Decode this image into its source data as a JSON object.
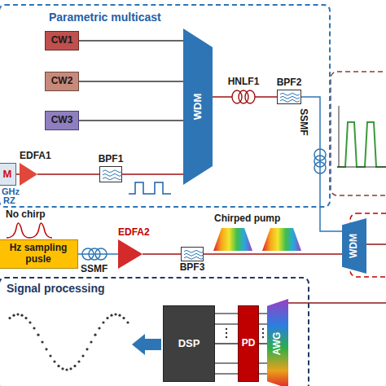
{
  "diagram": {
    "nodes": [
      {
        "text": [
          "Parametric multicast"
        ]
      },
      {
        "text": [
          "CW1"
        ],
        "in": 0
      },
      {
        "text": [
          "CW2"
        ],
        "in": 0
      },
      {
        "text": [
          "CW3"
        ],
        "in": 0
      },
      {
        "text": [
          "WDM"
        ],
        "in": 0
      },
      {
        "text": [
          "HNLF1"
        ],
        "in": 0
      },
      {
        "text": [
          "BPF2"
        ],
        "in": 0
      },
      {
        "text": [
          "M"
        ],
        "in": 0
      },
      {
        "text": [
          "EDFA1"
        ],
        "in": 0
      },
      {
        "text": [
          "BPF1"
        ],
        "in": 0
      },
      {
        "text": [
          "Hz sampling pusle"
        ]
      },
      {
        "text": [
          "EDFA2"
        ]
      },
      {
        "text": [
          "BPF3"
        ]
      },
      {
        "text": [
          "WDM"
        ]
      },
      {
        "text": [
          "Signal processing"
        ]
      },
      {
        "text": [
          "DSP"
        ],
        "in": 14
      },
      {
        "text": [
          "PD"
        ],
        "in": 14
      },
      {
        "text": [
          "AWG"
        ],
        "in": 14
      }
    ],
    "edges": [
      {
        "from": 1,
        "to": 4,
        "arrow": "none"
      },
      {
        "from": 2,
        "to": 4,
        "arrow": "none"
      },
      {
        "from": 3,
        "to": 4,
        "arrow": "none"
      },
      {
        "from": 7,
        "to": 8,
        "arrow": "none"
      },
      {
        "from": 8,
        "to": 9,
        "arrow": "none"
      },
      {
        "from": 9,
        "to": 4,
        "arrow": "none"
      },
      {
        "from": 4,
        "to": 5,
        "arrow": "none"
      },
      {
        "from": 5,
        "to": 6,
        "arrow": "none"
      },
      {
        "from": 6,
        "to": 13,
        "arrow": "none"
      },
      {
        "from": 10,
        "to": 11,
        "arrow": "none"
      },
      {
        "from": 11,
        "to": 12,
        "arrow": "none"
      },
      {
        "from": 12,
        "to": 13,
        "arrow": "none"
      },
      {
        "from": 17,
        "to": 16,
        "arrow": "none"
      },
      {
        "from": 16,
        "to": 15,
        "arrow": "none"
      }
    ],
    "labels": [
      "SSMF",
      "GHz",
      "RZ",
      "No chirp",
      "Chirped pump",
      "SSMF"
    ]
  }
}
